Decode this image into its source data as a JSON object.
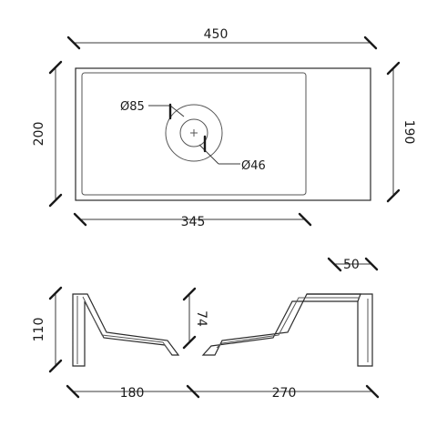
{
  "dimensions": {
    "overall_width": "450",
    "bowl_width": "345",
    "outer_height": "200",
    "inner_height": "190",
    "hole_outer": "Ø85",
    "hole_inner": "Ø46",
    "profile_height": "110",
    "bowl_depth": "74",
    "rim_width": "50",
    "left_section": "180",
    "right_section": "270"
  }
}
